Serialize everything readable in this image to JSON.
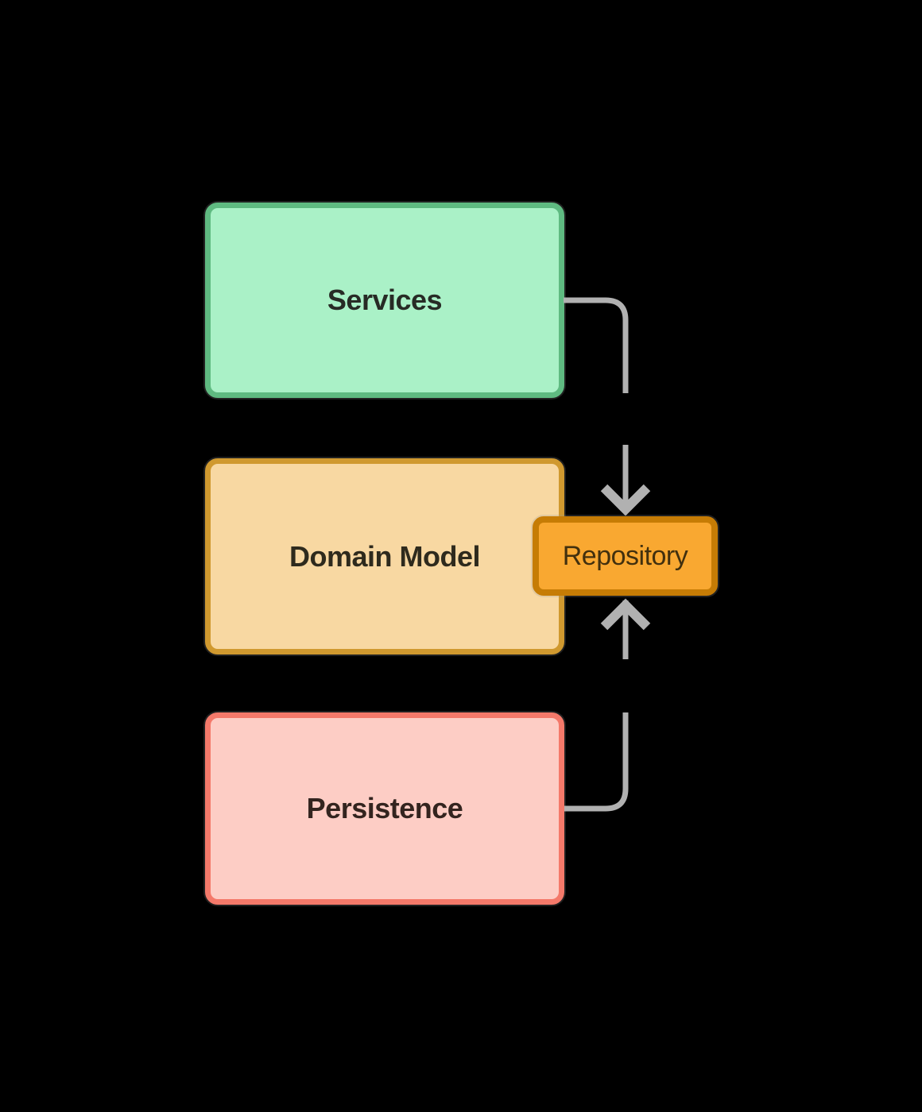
{
  "background": "#000000",
  "arrow_color": "#b1b1b1",
  "nodes": [
    {
      "id": "services",
      "label": "Services",
      "fill": "#aaf1c7",
      "border_color": "#5fba81",
      "text_color": "#272b25"
    },
    {
      "id": "domain-model",
      "label": "Domain Model",
      "fill": "#f8d8a2",
      "border_color": "#d0992f",
      "text_color": "#2e2a1d"
    },
    {
      "id": "repository",
      "label": "Repository",
      "fill": "#f9a831",
      "border_color": "#c67c05",
      "text_color": "#42300e"
    },
    {
      "id": "persistence",
      "label": "Persistence",
      "fill": "#fdcdc5",
      "border_color": "#f4796a",
      "text_color": "#33241f"
    }
  ],
  "edges": [
    {
      "id": "services-to-repository",
      "from": "Services",
      "to": "Repository",
      "arrow_direction": "down"
    },
    {
      "id": "persistence-to-repository",
      "from": "Persistence",
      "to": "Repository",
      "arrow_direction": "up"
    }
  ]
}
